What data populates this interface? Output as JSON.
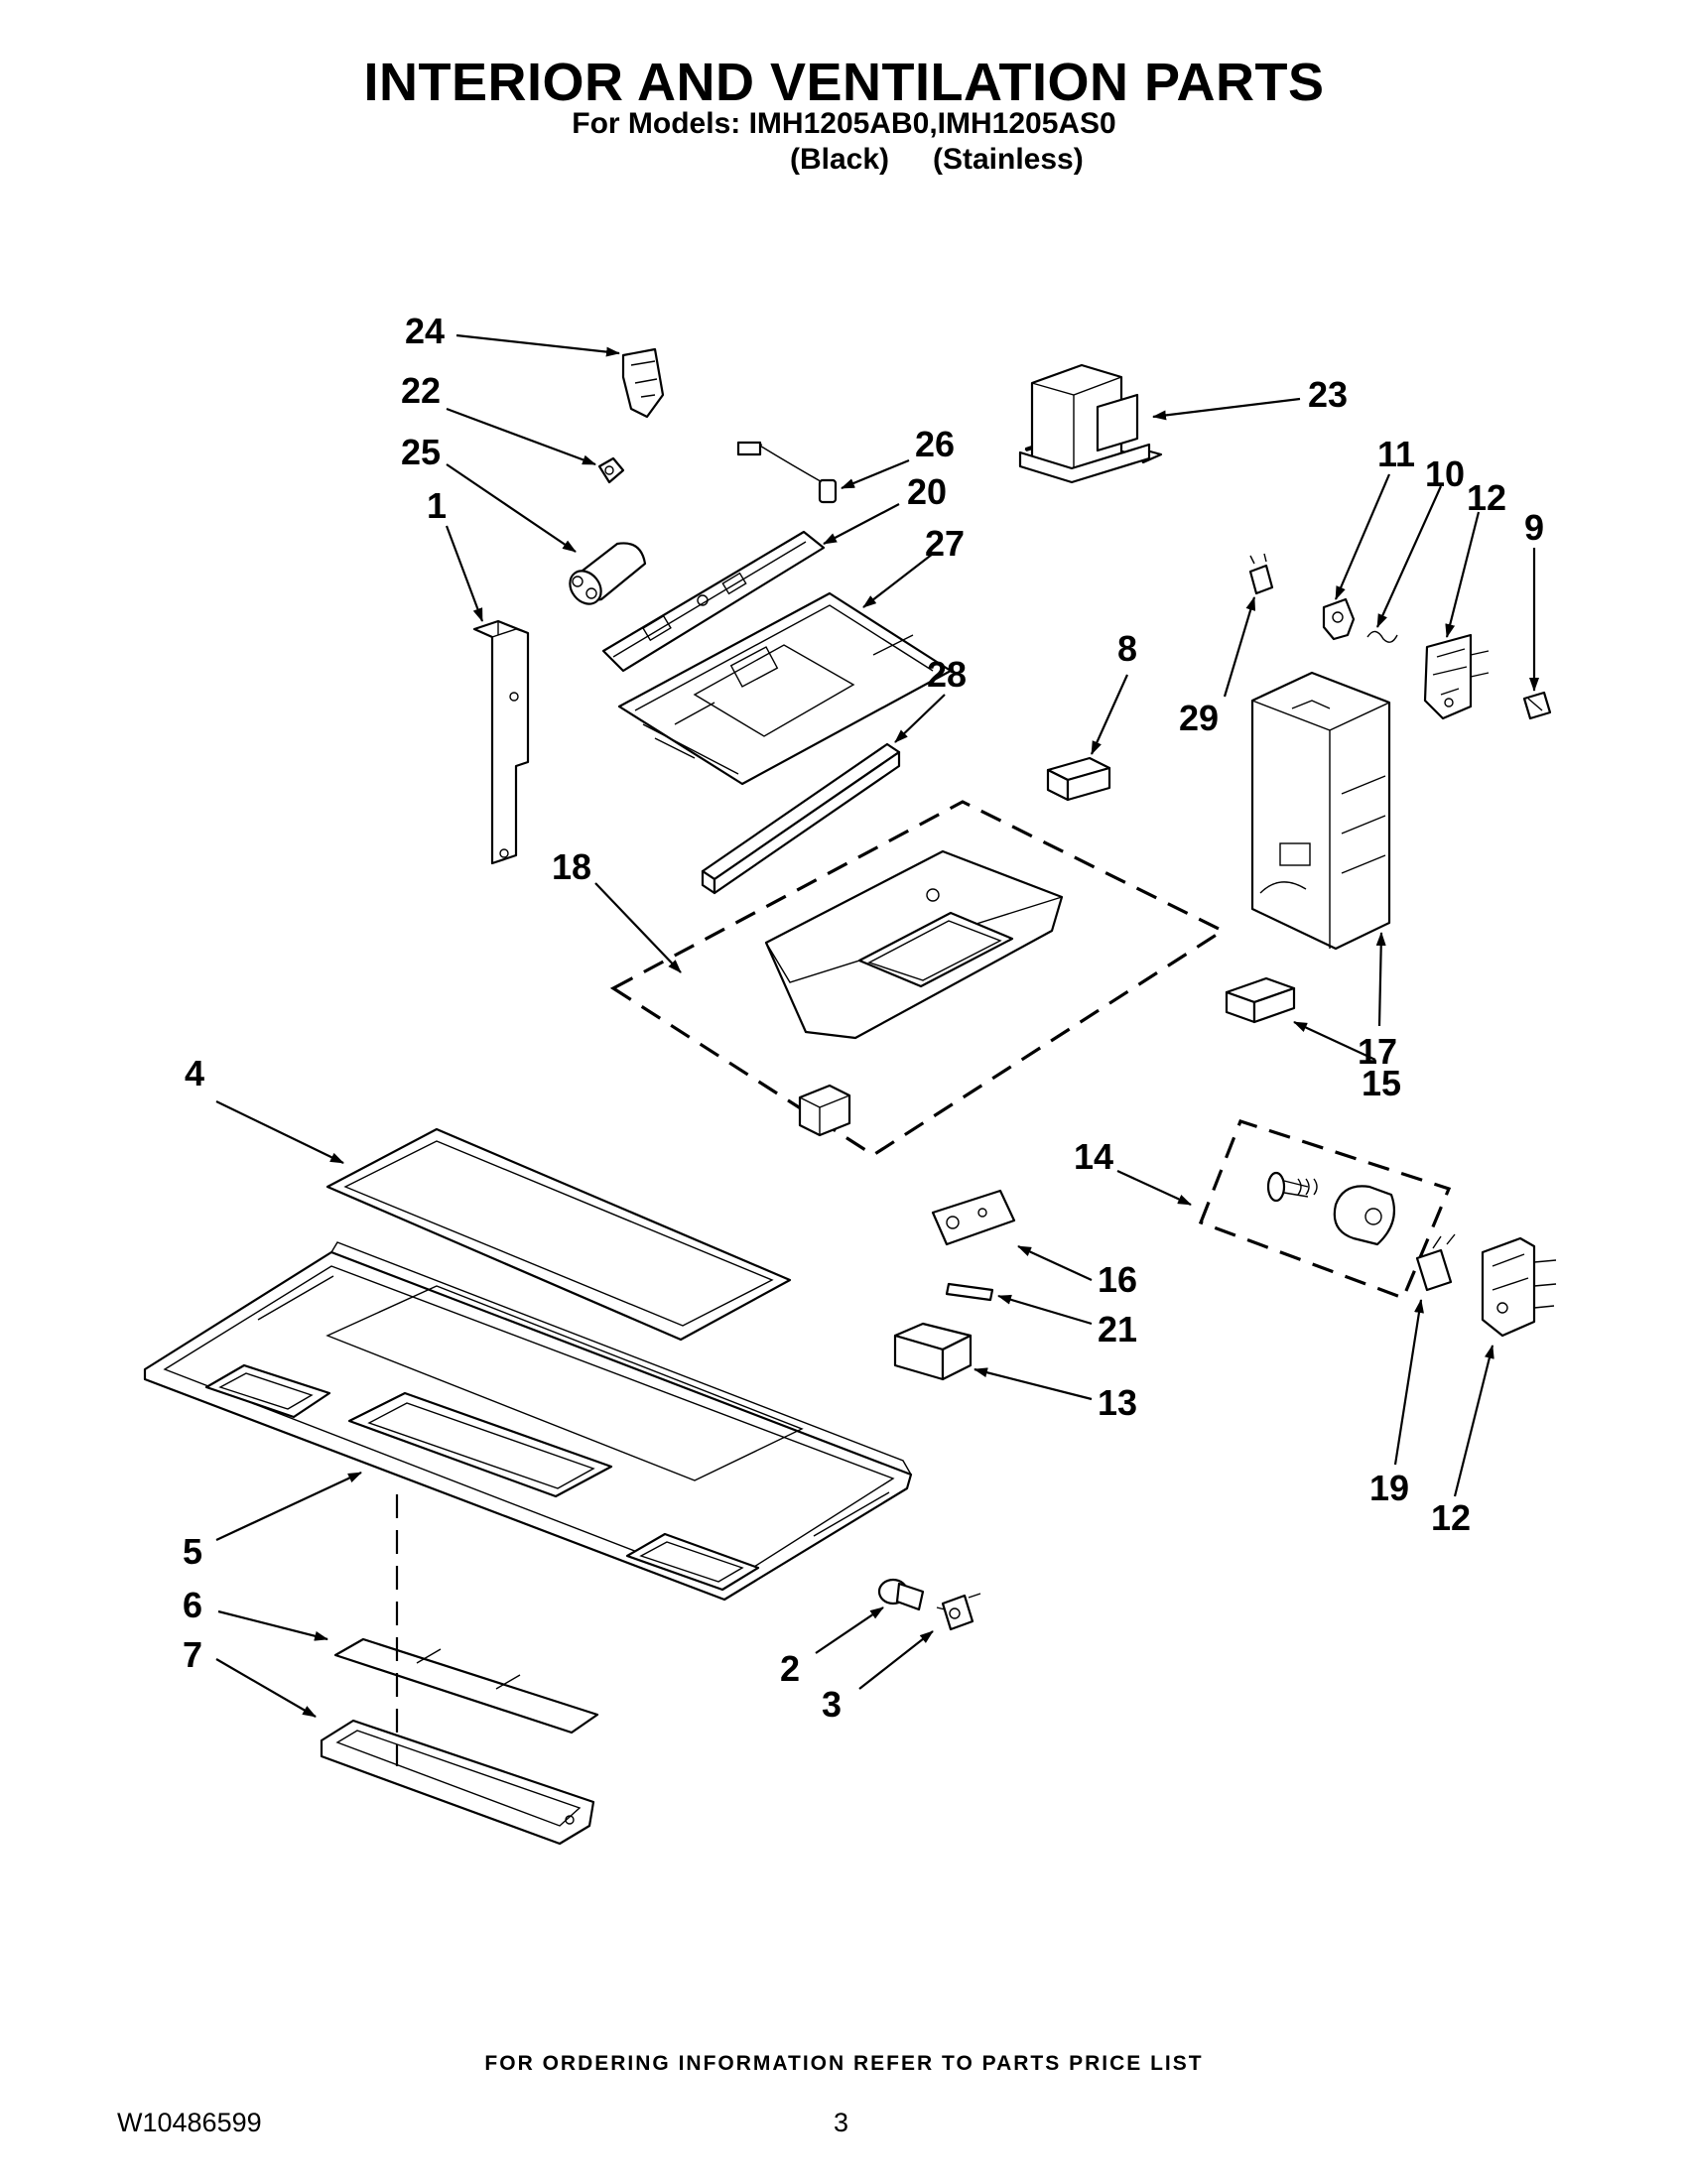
{
  "header": {
    "title": "INTERIOR AND VENTILATION PARTS",
    "models_line": "For Models: IMH1205AB0,IMH1205AS0",
    "color_black": "(Black)",
    "color_stainless": "(Stainless)"
  },
  "callouts": {
    "c1": "1",
    "c2": "2",
    "c3": "3",
    "c4": "4",
    "c5": "5",
    "c6": "6",
    "c7": "7",
    "c8": "8",
    "c9": "9",
    "c10": "10",
    "c11": "11",
    "c12a": "12",
    "c12b": "12",
    "c13": "13",
    "c14": "14",
    "c15": "15",
    "c16": "16",
    "c17": "17",
    "c18": "18",
    "c19": "19",
    "c20": "20",
    "c21": "21",
    "c22": "22",
    "c23": "23",
    "c24": "24",
    "c25": "25",
    "c26": "26",
    "c27": "27",
    "c28": "28",
    "c29": "29"
  },
  "footer": {
    "note": "FOR ORDERING INFORMATION REFER TO PARTS PRICE LIST",
    "doc_number": "W10486599",
    "page_number": "3"
  }
}
